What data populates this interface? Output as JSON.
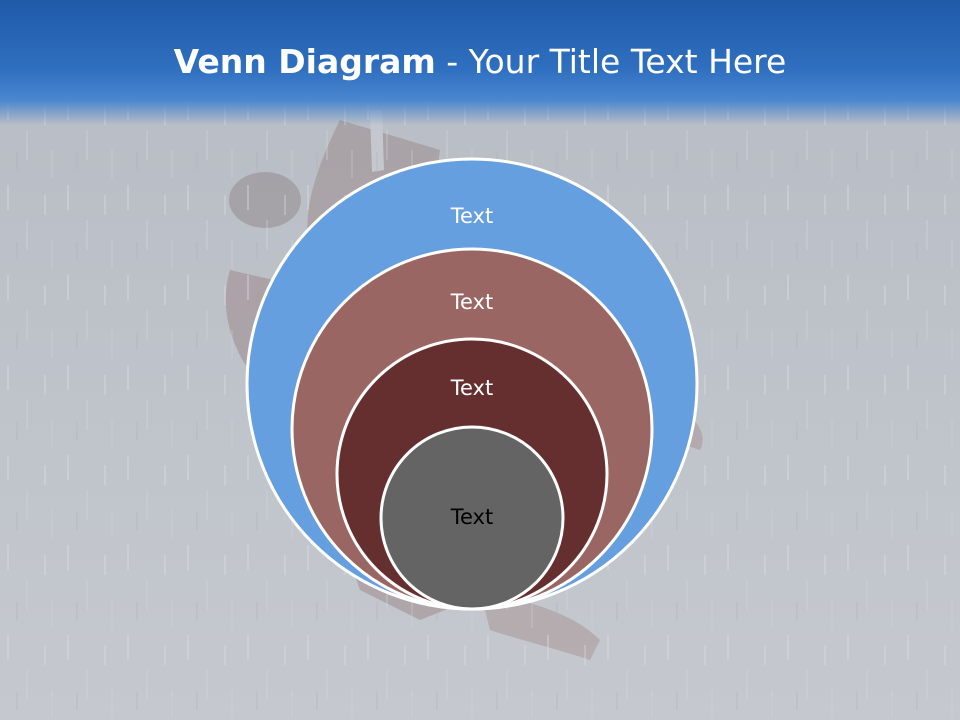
{
  "slide": {
    "title_bold": "Venn Diagram",
    "title_rest": " - Your Title Text Here"
  },
  "venn": {
    "rings": [
      {
        "label": "Text",
        "fill": "#659fe0",
        "text_color": "#ffffff"
      },
      {
        "label": "Text",
        "fill": "#996664",
        "text_color": "#ffffff"
      },
      {
        "label": "Text",
        "fill": "#662f2f",
        "text_color": "#ffffff"
      },
      {
        "label": "Text",
        "fill": "#646464",
        "text_color": "#000000"
      }
    ],
    "outline_color": "#ffffff"
  },
  "colors": {
    "title_bar": "#2a68b8",
    "background": "#bfc3ca"
  }
}
